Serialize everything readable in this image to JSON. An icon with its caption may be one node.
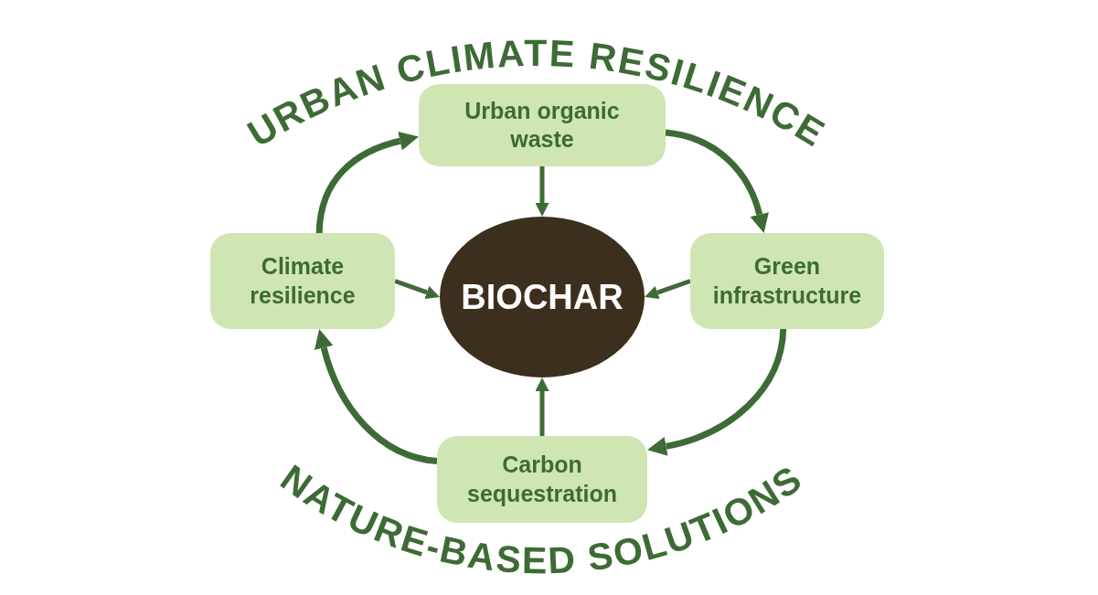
{
  "diagram": {
    "nodes": [
      {
        "text": [
          "Urban organic waste"
        ]
      },
      {
        "text": [
          "Green infrastructure"
        ]
      },
      {
        "text": [
          "Carbon sequestration"
        ]
      },
      {
        "text": [
          "Climate resilience"
        ]
      },
      {
        "text": [
          "BIOCHAR"
        ]
      }
    ],
    "edges": [
      {
        "from": 0,
        "to": 1,
        "arrow": "to"
      },
      {
        "from": 1,
        "to": 2,
        "arrow": "to"
      },
      {
        "from": 2,
        "to": 3,
        "arrow": "to"
      },
      {
        "from": 3,
        "to": 0,
        "arrow": "to"
      },
      {
        "from": 0,
        "to": 4,
        "arrow": "to"
      },
      {
        "from": 1,
        "to": 4,
        "arrow": "to"
      },
      {
        "from": 2,
        "to": 4,
        "arrow": "to"
      },
      {
        "from": 3,
        "to": 4,
        "arrow": "to"
      }
    ],
    "labels": [
      "URBAN CLIMATE RESILIENCE",
      "NATURE-BASED SOLUTIONS"
    ]
  }
}
